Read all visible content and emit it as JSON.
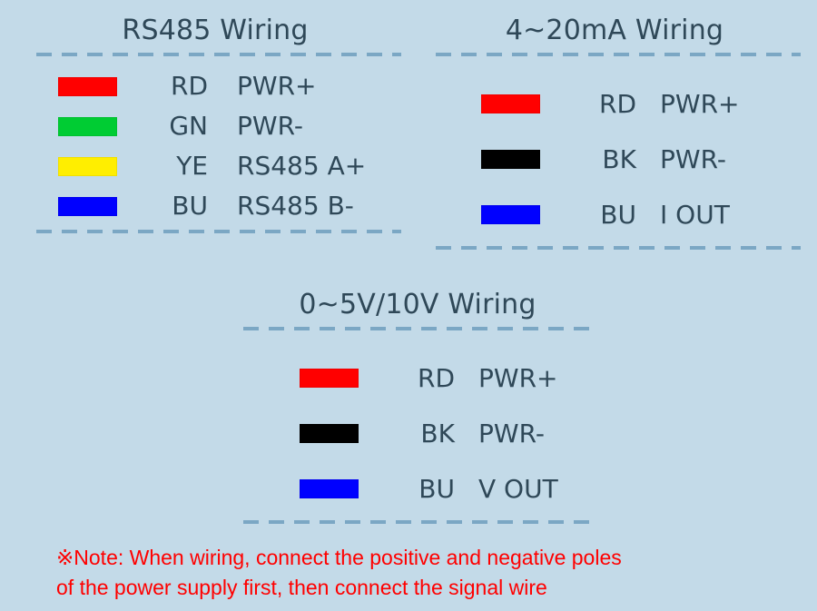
{
  "background_color": "#c3dae8",
  "text_color": "#2f4858",
  "divider_color": "#7ba7c4",
  "panels": [
    {
      "id": "rs485",
      "title": "RS485 Wiring",
      "rows": [
        {
          "swatch_color": "#ff0000",
          "code": "RD",
          "function": "PWR+"
        },
        {
          "swatch_color": "#00cc33",
          "code": "GN",
          "function": "PWR-"
        },
        {
          "swatch_color": "#ffee00",
          "code": "YE",
          "function": "RS485 A+"
        },
        {
          "swatch_color": "#0000ff",
          "code": "BU",
          "function": "RS485 B-"
        }
      ]
    },
    {
      "id": "ma",
      "title": "4~20mA Wiring",
      "rows": [
        {
          "swatch_color": "#ff0000",
          "code": "RD",
          "function": "PWR+"
        },
        {
          "swatch_color": "#000000",
          "code": "BK",
          "function": "PWR-"
        },
        {
          "swatch_color": "#0000ff",
          "code": "BU",
          "function": "I OUT"
        }
      ]
    },
    {
      "id": "v",
      "title": "0~5V/10V Wiring",
      "rows": [
        {
          "swatch_color": "#ff0000",
          "code": "RD",
          "function": "PWR+"
        },
        {
          "swatch_color": "#000000",
          "code": "BK",
          "function": "PWR-"
        },
        {
          "swatch_color": "#0000ff",
          "code": "BU",
          "function": "V OUT"
        }
      ]
    }
  ],
  "note": {
    "color": "#ff0000",
    "line1": "※Note: When wiring, connect the positive and negative poles",
    "line2": "of the power supply first, then connect the signal wire"
  }
}
